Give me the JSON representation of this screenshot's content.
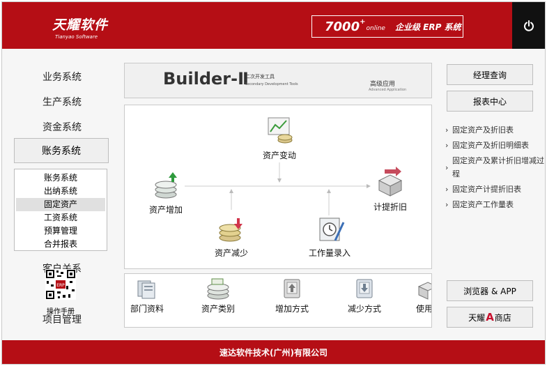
{
  "brand": {
    "name_cn": "天耀软件",
    "name_en": "Tianyao Software"
  },
  "product": {
    "version": "7000",
    "plus": "+",
    "suffix": "online",
    "title": "企业级 ERP 系统"
  },
  "icons": {
    "power": "power-icon"
  },
  "left_nav": {
    "items": [
      "业务系统",
      "生产系统",
      "资金系统"
    ],
    "active": "账务系统",
    "submenu": [
      "账务系统",
      "出纳系统",
      "固定资产",
      "工资系统",
      "预算管理",
      "合并报表"
    ],
    "selected_index": 2,
    "more": [
      "客户关系",
      "项目管理"
    ],
    "manual_label": "操作手册"
  },
  "banner": {
    "title": "Builder-Ⅱ",
    "subtitle_cn": "二次开发工具",
    "subtitle_en": "Secondary Development Tools",
    "advanced_cn": "高级应用",
    "advanced_en": "Advanced Application"
  },
  "flow": {
    "nodes": {
      "change": "资产变动",
      "add": "资产增加",
      "decrease": "资产减少",
      "workload": "工作量录入",
      "depreciate": "计提折旧"
    }
  },
  "tools": [
    "部门资料",
    "资产类别",
    "增加方式",
    "减少方式",
    "使用"
  ],
  "right": {
    "buttons": [
      "经理查询",
      "报表中心"
    ],
    "links": [
      "固定资产及折旧表",
      "固定资产及折旧明细表",
      "固定资产及累计折旧增减过程",
      "固定资产计提折旧表",
      "固定资产工作量表"
    ],
    "browser_app": "浏览器 & APP",
    "shop_prefix": "天耀",
    "shop_letter": "A",
    "shop_suffix": "商店"
  },
  "footer": {
    "company": "速达软件技术(广州)有限公司"
  },
  "colors": {
    "brand_red": "#b50e15",
    "dark": "#111111",
    "panel_border": "#c9c9c9"
  }
}
